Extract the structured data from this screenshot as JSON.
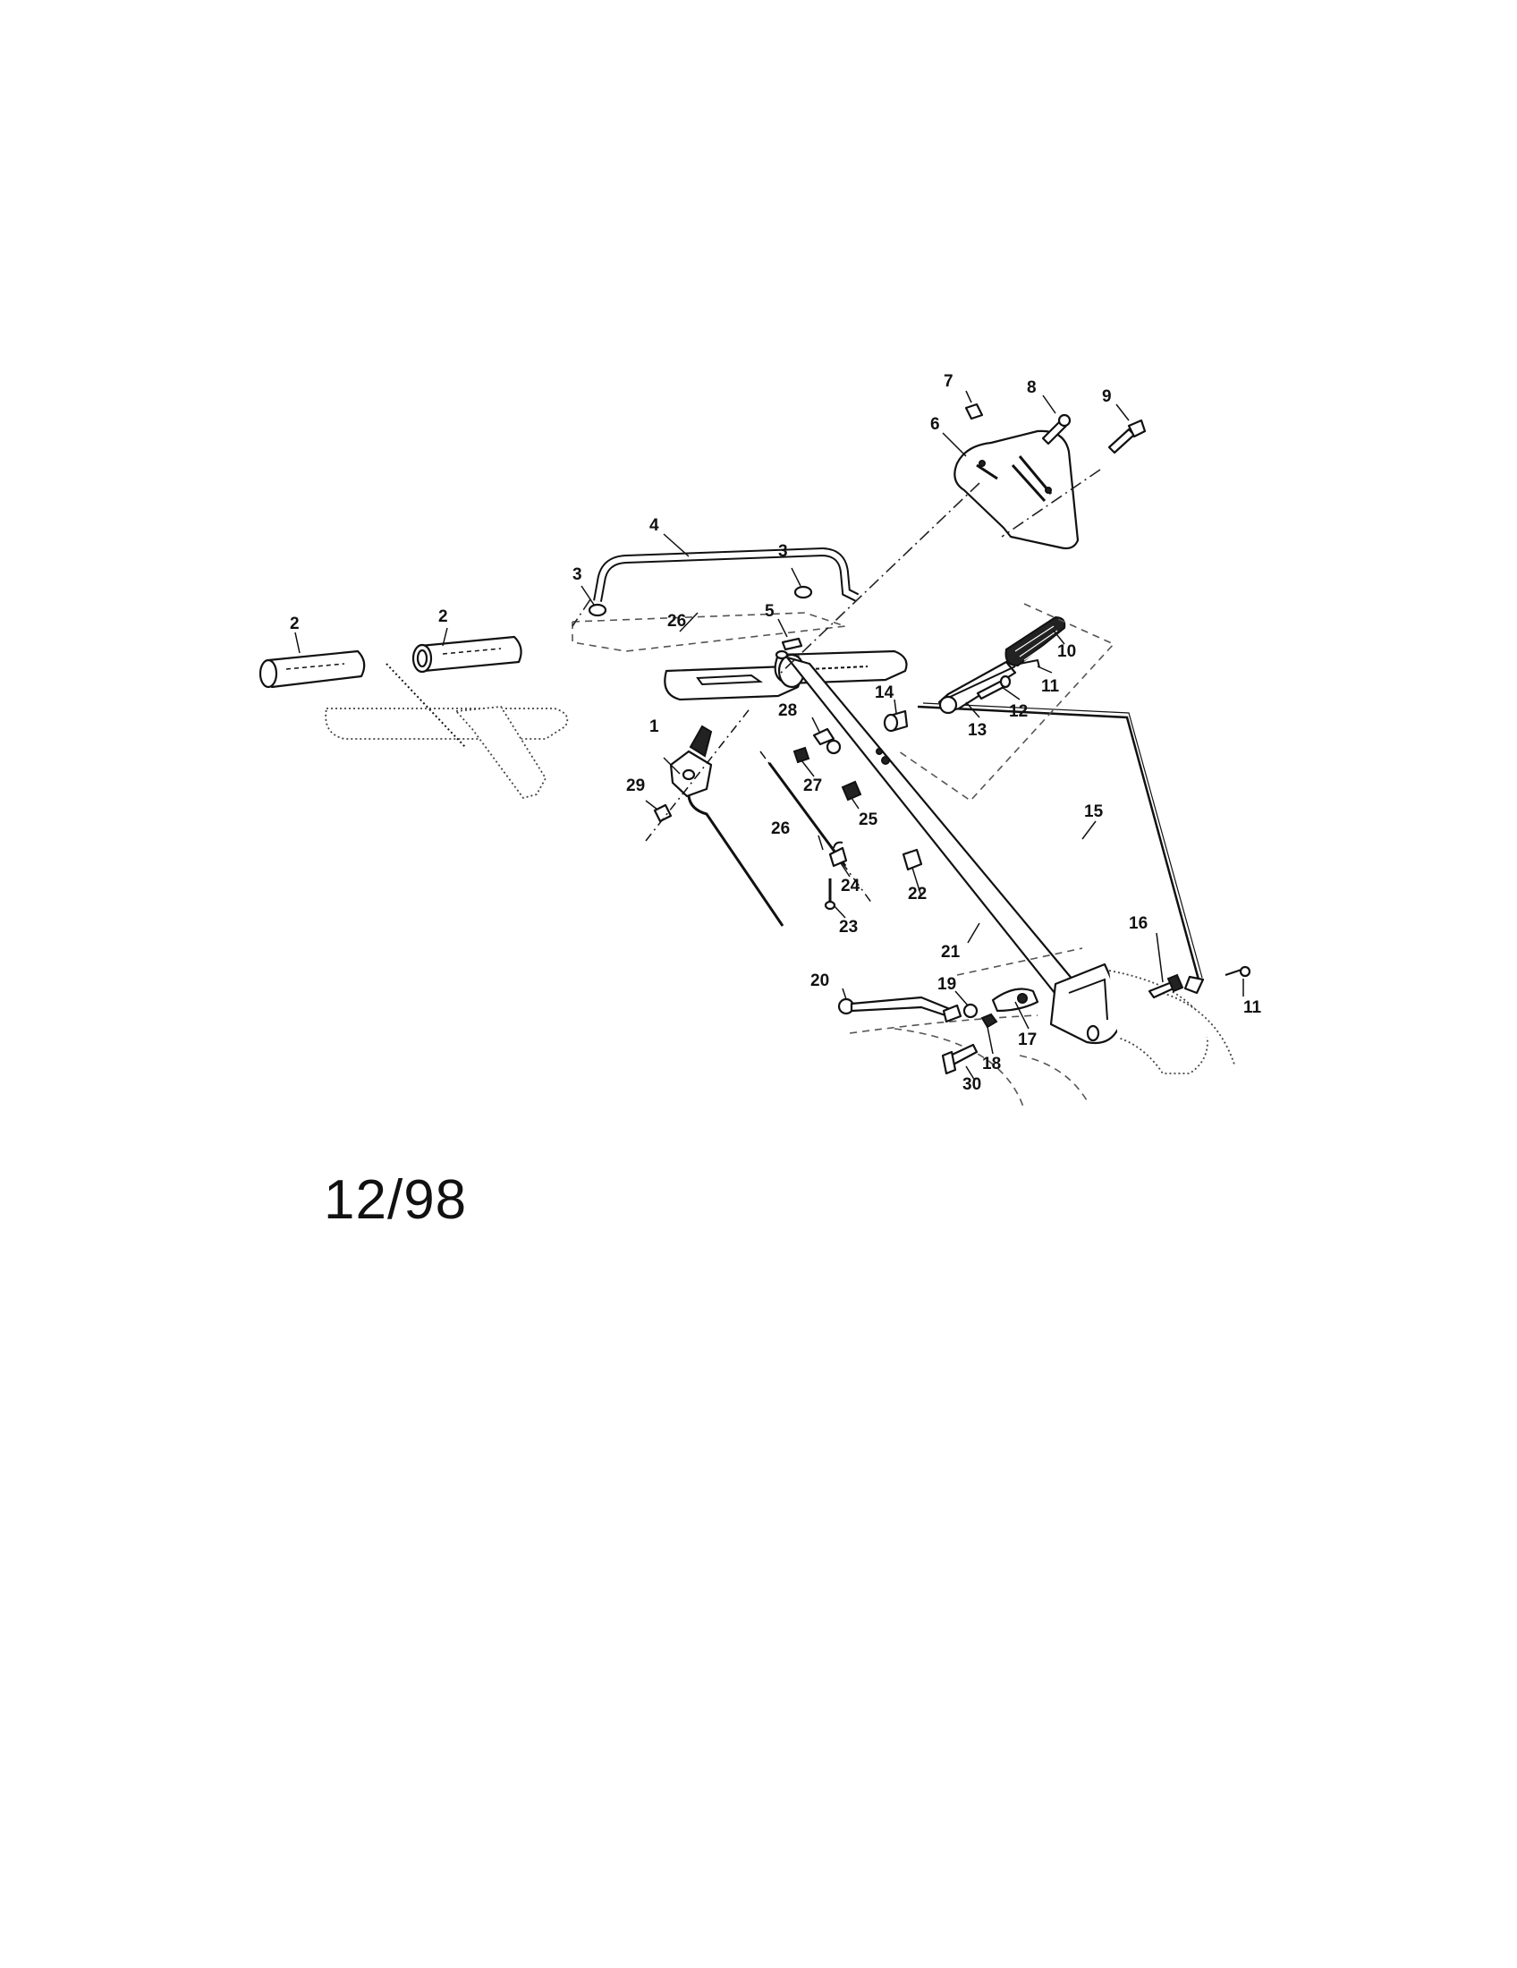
{
  "diagram": {
    "date_code": "12/98",
    "callouts": [
      {
        "id": "c1",
        "label": "1"
      },
      {
        "id": "c2a",
        "label": "2"
      },
      {
        "id": "c2b",
        "label": "2"
      },
      {
        "id": "c3a",
        "label": "3"
      },
      {
        "id": "c3b",
        "label": "3"
      },
      {
        "id": "c4",
        "label": "4"
      },
      {
        "id": "c5",
        "label": "5"
      },
      {
        "id": "c6",
        "label": "6"
      },
      {
        "id": "c7",
        "label": "7"
      },
      {
        "id": "c8",
        "label": "8"
      },
      {
        "id": "c9",
        "label": "9"
      },
      {
        "id": "c10",
        "label": "10"
      },
      {
        "id": "c11a",
        "label": "11"
      },
      {
        "id": "c11b",
        "label": "11"
      },
      {
        "id": "c12",
        "label": "12"
      },
      {
        "id": "c13",
        "label": "13"
      },
      {
        "id": "c14",
        "label": "14"
      },
      {
        "id": "c15",
        "label": "15"
      },
      {
        "id": "c16",
        "label": "16"
      },
      {
        "id": "c17",
        "label": "17"
      },
      {
        "id": "c18",
        "label": "18"
      },
      {
        "id": "c19",
        "label": "19"
      },
      {
        "id": "c20",
        "label": "20"
      },
      {
        "id": "c21",
        "label": "21"
      },
      {
        "id": "c22",
        "label": "22"
      },
      {
        "id": "c23",
        "label": "23"
      },
      {
        "id": "c24",
        "label": "24"
      },
      {
        "id": "c25",
        "label": "25"
      },
      {
        "id": "c26a",
        "label": "26"
      },
      {
        "id": "c26b",
        "label": "26"
      },
      {
        "id": "c27",
        "label": "27"
      },
      {
        "id": "c28",
        "label": "28"
      },
      {
        "id": "c29",
        "label": "29"
      },
      {
        "id": "c30",
        "label": "30"
      }
    ]
  }
}
